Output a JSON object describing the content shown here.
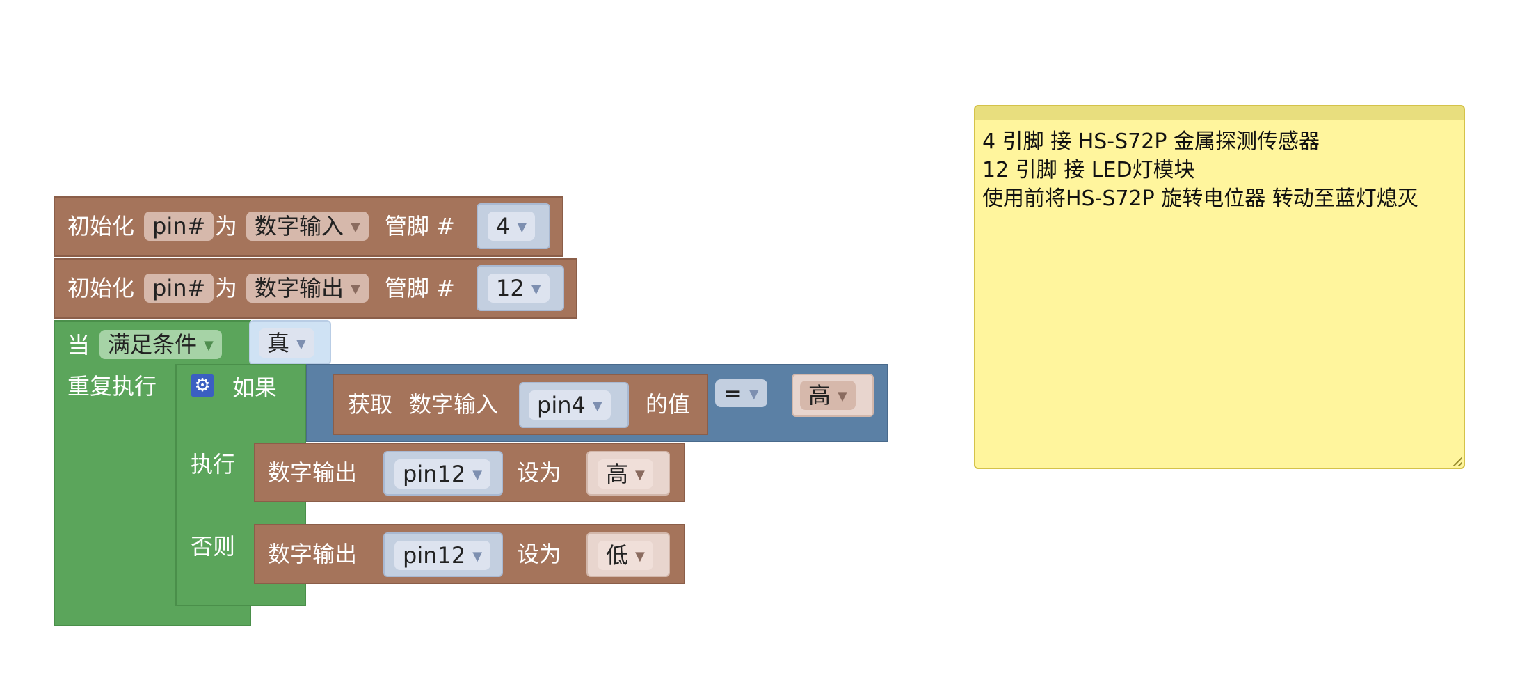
{
  "blocks": {
    "init1": {
      "prefix": "初始化",
      "var": "pin#",
      "as": "为",
      "mode": "数字输入",
      "pin_label": "管脚 #",
      "pin": "4"
    },
    "init2": {
      "prefix": "初始化",
      "var": "pin#",
      "as": "为",
      "mode": "数字输出",
      "pin_label": "管脚 #",
      "pin": "12"
    },
    "loop": {
      "while_label": "当",
      "condition_mode": "满足条件",
      "condition_value": "真",
      "repeat_label": "重复执行"
    },
    "if_block": {
      "if_label": "如果",
      "then_label": "执行",
      "else_label": "否则"
    },
    "condition": {
      "get_label": "获取",
      "type": "数字输入",
      "pin": "pin4",
      "value_label": "的值",
      "operator": "=",
      "compare": "高"
    },
    "then_action": {
      "label": "数字输出",
      "pin": "pin12",
      "set_label": "设为",
      "value": "高"
    },
    "else_action": {
      "label": "数字输出",
      "pin": "pin12",
      "set_label": "设为",
      "value": "低"
    }
  },
  "comment": {
    "lines": [
      "4 引脚 接  HS-S72P 金属探测传感器",
      "12 引脚 接  LED灯模块",
      "使用前将HS-S72P  旋转电位器 转动至蓝灯熄灭"
    ]
  },
  "colors": {
    "io_block": "#a5745b",
    "loop_block": "#5ba55b",
    "logic_block": "#5b80a5",
    "comment_bg": "#fff59d"
  }
}
